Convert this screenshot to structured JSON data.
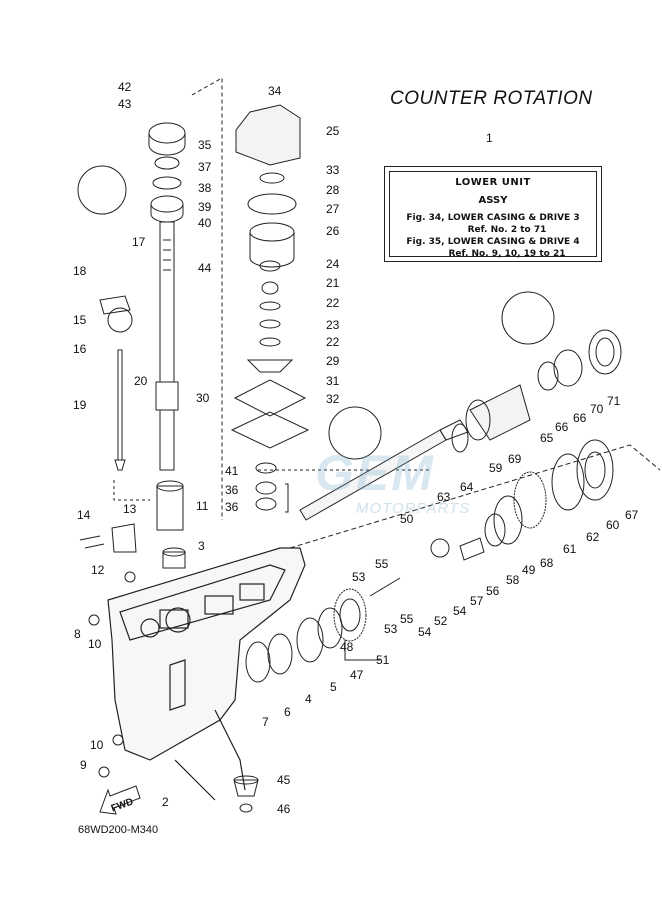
{
  "title": "COUNTER ROTATION",
  "diagram_code": "68WD200-M340",
  "watermark": {
    "brand": "GEM",
    "sub": "MOTORPARTS"
  },
  "info_box": {
    "ref_number": "1",
    "line1": "LOWER UNIT",
    "line2": "ASSY",
    "line3": "Fig. 34, LOWER CASING & DRIVE 3",
    "line4": "Ref. No. 2 to 71",
    "line5": "Fig. 35, LOWER CASING & DRIVE 4",
    "line6": "Ref. No. 9, 10, 19 to 21"
  },
  "fwd_label": "FWD",
  "callouts": [
    {
      "id": "42",
      "label": "42"
    },
    {
      "id": "43",
      "label": "43"
    },
    {
      "id": "35",
      "label": "35"
    },
    {
      "id": "37",
      "label": "37"
    },
    {
      "id": "38",
      "label": "38"
    },
    {
      "id": "39",
      "label": "39"
    },
    {
      "id": "40",
      "label": "40"
    },
    {
      "id": "44",
      "label": "44"
    },
    {
      "id": "17",
      "label": "17"
    },
    {
      "id": "18",
      "label": "18"
    },
    {
      "id": "15",
      "label": "15"
    },
    {
      "id": "16",
      "label": "16"
    },
    {
      "id": "20",
      "label": "20"
    },
    {
      "id": "19",
      "label": "19"
    },
    {
      "id": "30",
      "label": "30"
    },
    {
      "id": "34",
      "label": "34"
    },
    {
      "id": "25",
      "label": "25"
    },
    {
      "id": "33",
      "label": "33"
    },
    {
      "id": "28",
      "label": "28"
    },
    {
      "id": "27",
      "label": "27"
    },
    {
      "id": "26",
      "label": "26"
    },
    {
      "id": "24",
      "label": "24"
    },
    {
      "id": "21",
      "label": "21"
    },
    {
      "id": "22a",
      "label": "22"
    },
    {
      "id": "23",
      "label": "23"
    },
    {
      "id": "22b",
      "label": "22"
    },
    {
      "id": "29",
      "label": "29"
    },
    {
      "id": "31",
      "label": "31"
    },
    {
      "id": "32",
      "label": "32"
    },
    {
      "id": "41",
      "label": "41"
    },
    {
      "id": "36a",
      "label": "36"
    },
    {
      "id": "36b",
      "label": "36"
    },
    {
      "id": "11",
      "label": "11"
    },
    {
      "id": "3",
      "label": "3"
    },
    {
      "id": "14",
      "label": "14"
    },
    {
      "id": "13",
      "label": "13"
    },
    {
      "id": "12",
      "label": "12"
    },
    {
      "id": "8",
      "label": "8"
    },
    {
      "id": "10a",
      "label": "10"
    },
    {
      "id": "10b",
      "label": "10"
    },
    {
      "id": "9",
      "label": "9"
    },
    {
      "id": "2",
      "label": "2"
    },
    {
      "id": "45",
      "label": "45"
    },
    {
      "id": "46",
      "label": "46"
    },
    {
      "id": "7",
      "label": "7"
    },
    {
      "id": "6",
      "label": "6"
    },
    {
      "id": "4",
      "label": "4"
    },
    {
      "id": "5",
      "label": "5"
    },
    {
      "id": "47",
      "label": "47"
    },
    {
      "id": "48",
      "label": "48"
    },
    {
      "id": "51",
      "label": "51"
    },
    {
      "id": "53a",
      "label": "53"
    },
    {
      "id": "55a",
      "label": "55"
    },
    {
      "id": "53b",
      "label": "53"
    },
    {
      "id": "55b",
      "label": "55"
    },
    {
      "id": "54a",
      "label": "54"
    },
    {
      "id": "52",
      "label": "52"
    },
    {
      "id": "54b",
      "label": "54"
    },
    {
      "id": "57",
      "label": "57"
    },
    {
      "id": "56",
      "label": "56"
    },
    {
      "id": "58",
      "label": "58"
    },
    {
      "id": "49",
      "label": "49"
    },
    {
      "id": "68",
      "label": "68"
    },
    {
      "id": "61",
      "label": "61"
    },
    {
      "id": "62",
      "label": "62"
    },
    {
      "id": "60",
      "label": "60"
    },
    {
      "id": "67",
      "label": "67"
    },
    {
      "id": "50",
      "label": "50"
    },
    {
      "id": "63",
      "label": "63"
    },
    {
      "id": "64",
      "label": "64"
    },
    {
      "id": "59",
      "label": "59"
    },
    {
      "id": "69",
      "label": "69"
    },
    {
      "id": "65",
      "label": "65"
    },
    {
      "id": "66a",
      "label": "66"
    },
    {
      "id": "66b",
      "label": "66"
    },
    {
      "id": "70",
      "label": "70"
    },
    {
      "id": "71",
      "label": "71"
    }
  ]
}
